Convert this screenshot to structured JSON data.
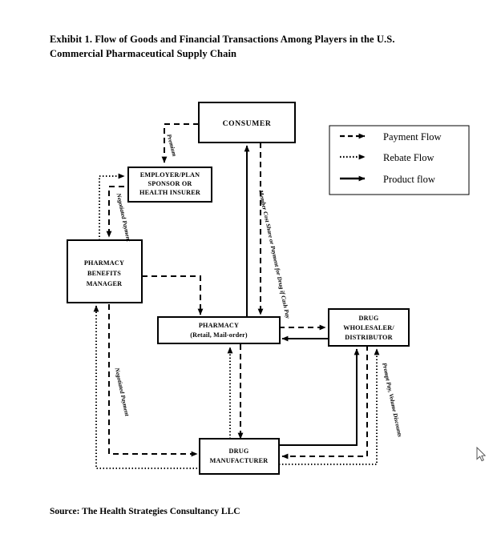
{
  "exhibit": {
    "title": "Exhibit 1.  Flow of Goods and Financial Transactions Among Players in the U.S. Commercial Pharmaceutical Supply Chain",
    "source": "Source:  The Health Strategies Consultancy LLC"
  },
  "legend": {
    "items": [
      {
        "label": "Payment Flow",
        "style": "dashed"
      },
      {
        "label": "Rebate Flow",
        "style": "dotted"
      },
      {
        "label": "Product flow",
        "style": "solid"
      }
    ]
  },
  "nodes": {
    "consumer": {
      "line1": "CONSUMER"
    },
    "employer": {
      "line1": "EMPLOYER/PLAN",
      "line2": "SPONSOR OR",
      "line3": "HEALTH INSURER"
    },
    "pbm": {
      "line1": "PHARMACY",
      "line2": "BENEFITS",
      "line3": "MANAGER"
    },
    "pharmacy": {
      "line1": "PHARMACY",
      "line2": "(Retail, Mail-order)"
    },
    "wholesaler": {
      "line1": "DRUG",
      "line2": "WHOLESALER/",
      "line3": "DISTRIBUTOR"
    },
    "manufacturer": {
      "line1": "DRUG",
      "line2": "MANUFACTURER"
    }
  },
  "edge_labels": {
    "premium": "Premium",
    "negotiated_payment_top": "Negotiated Payment",
    "member_cost_share": "Member Cost Share or Payment for Drug if Cash Pay",
    "negotiated_payment_bottom": "Negotiated Payment",
    "prompt_pay": "Prompt Pay, Volume Discounts"
  },
  "colors": {
    "stroke": "#000000",
    "background": "#ffffff",
    "box_fill": "#ffffff"
  }
}
